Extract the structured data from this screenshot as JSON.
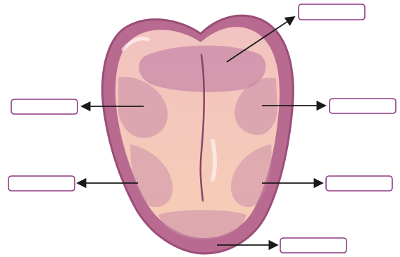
{
  "diagram": {
    "subject": "tongue",
    "colors": {
      "box_border": "#8e3a84",
      "arrow": "#1a1a1a",
      "tongue_outer": "#b86a90",
      "tongue_inner": "#f3c4b6",
      "region": "#c98aa8"
    },
    "labels": [
      {
        "id": "top-right",
        "text": ""
      },
      {
        "id": "left-upper",
        "text": ""
      },
      {
        "id": "right-upper",
        "text": ""
      },
      {
        "id": "left-lower",
        "text": ""
      },
      {
        "id": "right-lower",
        "text": ""
      },
      {
        "id": "bottom",
        "text": ""
      }
    ]
  }
}
